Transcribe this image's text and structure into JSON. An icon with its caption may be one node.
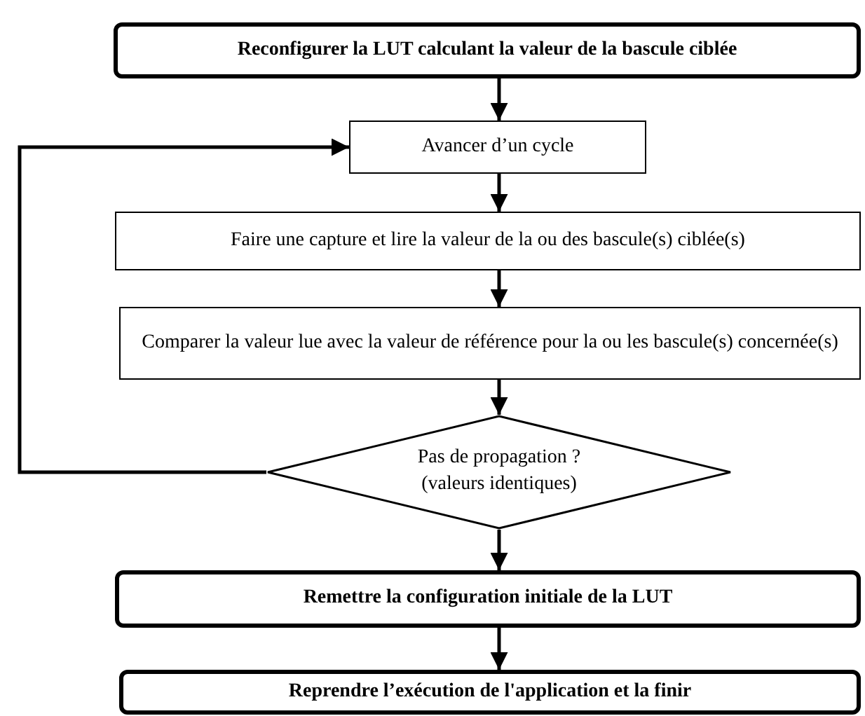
{
  "diagram": {
    "nodes": [
      {
        "text": [
          "Reconfigurer la LUT calculant la valeur de la bascule ciblée"
        ]
      },
      {
        "text": [
          "Avancer d’un cycle"
        ]
      },
      {
        "text": [
          "Faire une capture et lire la valeur de la ou des bascule(s)  ciblée(s)"
        ]
      },
      {
        "text": [
          "Comparer la valeur lue  avec la valeur de référence pour la ou les bascule(s) concernée(s)"
        ]
      },
      {
        "text": [
          "Pas de propagation ? (valeurs identiques)"
        ]
      },
      {
        "text": [
          "Remettre la configuration initiale de la LUT"
        ]
      },
      {
        "text": [
          "Reprendre l’exécution de l'application et la finir"
        ]
      }
    ],
    "edges": [
      {
        "from": 0,
        "to": 1,
        "arrow": "to"
      },
      {
        "from": 1,
        "to": 2,
        "arrow": "to"
      },
      {
        "from": 2,
        "to": 3,
        "arrow": "to"
      },
      {
        "from": 3,
        "to": 4,
        "arrow": "to"
      },
      {
        "from": 4,
        "to": 1,
        "arrow": "to"
      },
      {
        "from": 4,
        "to": 5,
        "arrow": "to"
      },
      {
        "from": 5,
        "to": 6,
        "arrow": "to"
      }
    ]
  }
}
